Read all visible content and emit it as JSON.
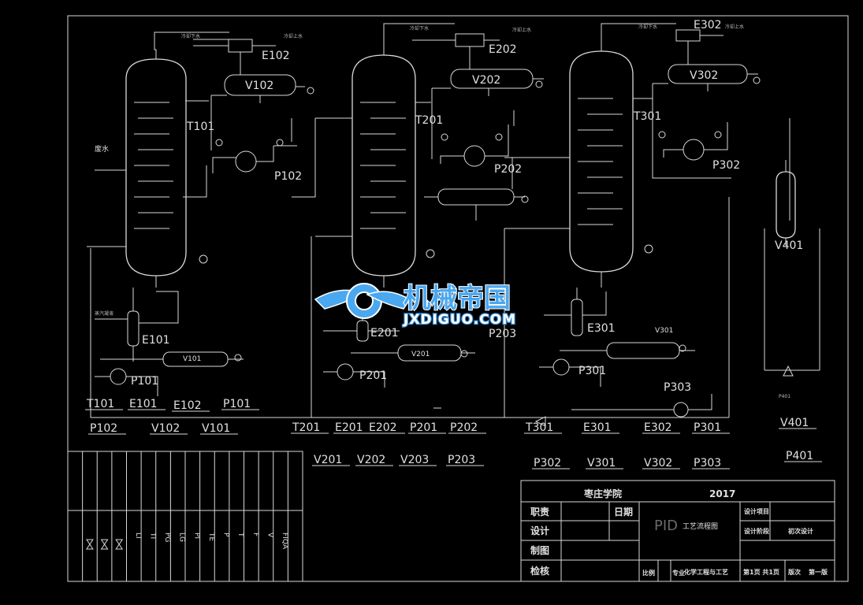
{
  "labels": {
    "E102": "E102",
    "E202": "E202",
    "E302": "E302",
    "V102": "V102",
    "V202": "V202",
    "V302": "V302",
    "T101": "T101",
    "T201": "T201",
    "T301": "T301",
    "P102": "P102",
    "P202": "P202",
    "P302": "P302",
    "E101": "E101",
    "E201": "E201",
    "E301": "E301",
    "V101": "V101",
    "V201": "V201",
    "V301": "V301",
    "P101": "P101",
    "P201": "P201",
    "P301": "P301",
    "P203": "P203",
    "P303": "P303",
    "V401": "V401",
    "P401": "P401",
    "feed": "废水",
    "coolant_a": "冷却下水",
    "coolant_b": "冷却上水",
    "steam": "蒸汽凝液"
  },
  "equipment_list": [
    {
      "tag": "T101",
      "desc": "T101"
    },
    {
      "tag": "E101",
      "desc": ""
    },
    {
      "tag": "E102",
      "desc": ""
    },
    {
      "tag": "P101",
      "desc": ""
    },
    {
      "tag": "P102",
      "desc": ""
    },
    {
      "tag": "V102",
      "desc": ""
    },
    {
      "tag": "V101",
      "desc": ""
    },
    {
      "tag": "T201",
      "desc": ""
    },
    {
      "tag": "E201",
      "desc": ""
    },
    {
      "tag": "E202",
      "desc": ""
    },
    {
      "tag": "P201",
      "desc": ""
    },
    {
      "tag": "P202",
      "desc": ""
    },
    {
      "tag": "V201",
      "desc": ""
    },
    {
      "tag": "V202",
      "desc": ""
    },
    {
      "tag": "V203",
      "desc": ""
    },
    {
      "tag": "P203",
      "desc": ""
    },
    {
      "tag": "T301",
      "desc": ""
    },
    {
      "tag": "E301",
      "desc": ""
    },
    {
      "tag": "E302",
      "desc": ""
    },
    {
      "tag": "P301",
      "desc": ""
    },
    {
      "tag": "P302",
      "desc": ""
    },
    {
      "tag": "V301",
      "desc": ""
    },
    {
      "tag": "V302",
      "desc": ""
    },
    {
      "tag": "P303",
      "desc": ""
    },
    {
      "tag": "V401",
      "desc": ""
    },
    {
      "tag": "P401",
      "desc": ""
    }
  ],
  "legend_codes": [
    "LI",
    "TI",
    "PG",
    "LG",
    "PI",
    "TE",
    "P",
    "T",
    "F",
    "V",
    "FIQA"
  ],
  "title_block": {
    "school": "枣庄学院",
    "year": "2017",
    "duty": "职责",
    "date": "日期",
    "design": "设计",
    "draft": "制图",
    "check": "检核",
    "drawing_title": "工艺流程图",
    "pid": "PID",
    "project_label": "设计项目",
    "stage_label": "设计阶段",
    "stage": "初次设计",
    "scale": "比例",
    "major": "专业",
    "major_value": "化学工程与工艺",
    "sheet": "第1页 共1页",
    "version": "版次",
    "version_value": "第一版"
  },
  "watermark": {
    "cn": "机械帝国",
    "en": "JXDIGUO.COM"
  }
}
